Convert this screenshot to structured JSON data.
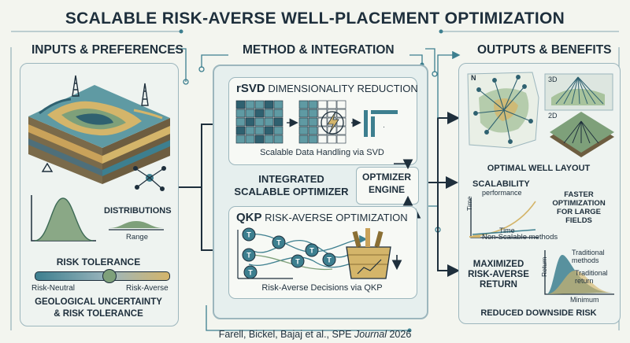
{
  "title": "SCALABLE RISK-AVERSE WELL-PLACEMENT OPTIMIZATION",
  "columns": {
    "left": "INPUTS & PREFERENCES",
    "middle": "METHOD & INTEGRATION",
    "right": "OUTPUTS & BENEFITS"
  },
  "inputs": {
    "distributions": "DISTRIBUTIONS",
    "range": "Range",
    "risk_tolerance": "RISK TOLERANCE",
    "risk_neutral": "Risk-Neutral",
    "risk_averse": "Risk-Averse",
    "slider_level": 0.55,
    "caption_line1": "GEOLOGICAL UNCERTAINTY",
    "caption_line2": "& RISK TOLERANCE"
  },
  "method": {
    "rsvd_prefix": "rSVD",
    "rsvd_title": "DIMENSIONALITY REDUCTION",
    "rsvd_caption": "Scalable Data Handling via SVD",
    "integrated_line1": "INTEGRATED",
    "integrated_line2": "SCALABLE OPTIMIZER",
    "engine_line1": "OPTMIZER",
    "engine_line2": "ENGINE",
    "qkp_prefix": "QKP",
    "qkp_title": "RISK-AVERSE OPTIMIZATION",
    "qkp_caption": "Risk-Averse Decisions via QKP",
    "node_label": "T"
  },
  "outputs": {
    "map_north": "N",
    "map_3d": "3D",
    "map_2d": "2D",
    "well_layout": "OPTIMAL WELL LAYOUT",
    "scalability": "SCALABILITY",
    "performance": "performance",
    "time_axis": "Time",
    "time_axis2": "Time",
    "non_scalable": "Non-Scalable methods",
    "faster_line1": "FASTER",
    "faster_line2": "OPTIMIZATION",
    "faster_line3": "FOR LARGE",
    "faster_line4": "FIELDS",
    "max_line1": "MAXIMIZED",
    "max_line2": "RISK-AVERSE",
    "max_line3": "RETURN",
    "return_axis": "Return",
    "traditional_methods_1": "Traditional",
    "traditional_methods_2": "methods",
    "traditional_return_1": "Traditional",
    "traditional_return_2": "return",
    "minimum": "Minimum",
    "reduced_risk": "REDUCED DOWNSIDE RISK"
  },
  "citation": {
    "authors": "Farell, Bickel, Bajaj et al., SPE",
    "journal": "Journal",
    "year": "2026"
  },
  "colors": {
    "navy": "#1e2f3c",
    "teal": "#3d7f8f",
    "panel_border": "#9cb6bd",
    "sand": "#d4b56a",
    "olive": "#7ea07a"
  }
}
